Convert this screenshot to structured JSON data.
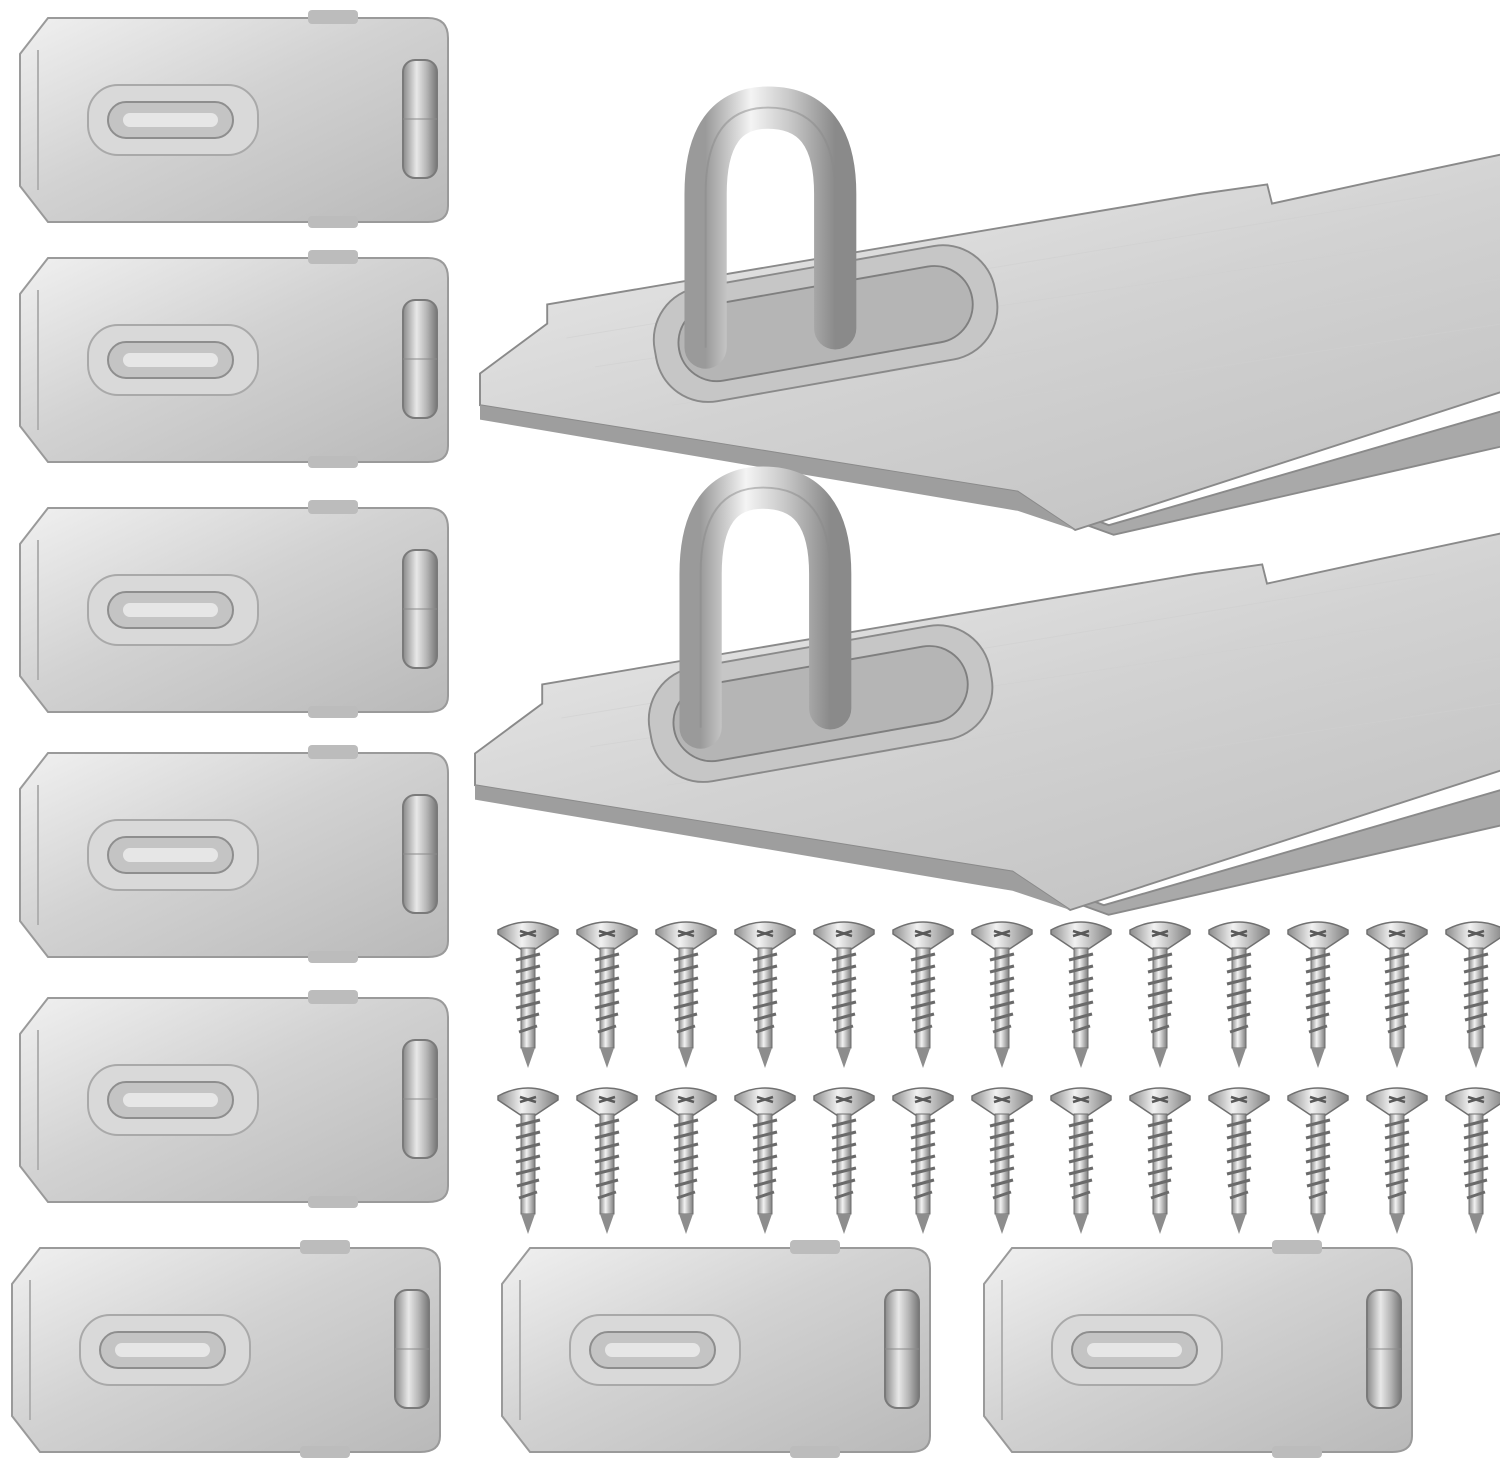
{
  "product": {
    "small_hasp_count": 8,
    "large_hasp_count": 2,
    "screw_rows": 2,
    "screws_per_row": 13
  },
  "colors": {
    "background": "#ffffff",
    "steel_light": "#e4e4e4",
    "steel_mid": "#c9c9c9",
    "steel_dark": "#8c8c8c",
    "edge_shadow": "#7a7a7a"
  },
  "icons": {
    "small_hasp": "hasp-plate-icon",
    "large_hasp": "hasp-staple-icon",
    "screw": "screw-icon"
  }
}
